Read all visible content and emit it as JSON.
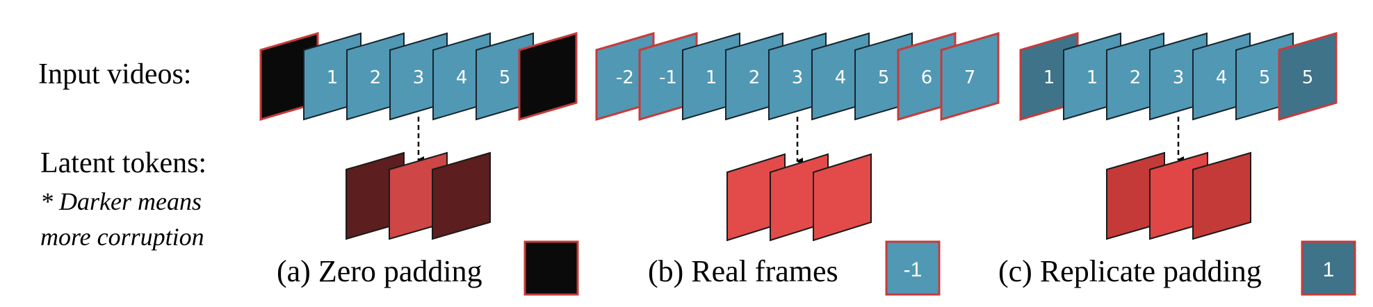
{
  "labels": {
    "input_videos": "Input videos:",
    "latent_tokens": "Latent tokens:",
    "note_line1": "* Darker means",
    "note_line2": "more corruption"
  },
  "colors": {
    "frame_fill": "#5198b4",
    "frame_fill_dark": "#3f7389",
    "frame_stroke": "#16242d",
    "pad_stroke": "#c63b3b",
    "zero_pad_fill": "#0a0a0a",
    "token_light": "#e24b4a",
    "token_mid": "#ce4646",
    "token_replicate": "#c43a38",
    "token_dark": "#5c1e1e"
  },
  "panels": [
    {
      "id": "zero-padding",
      "caption": "(a) Zero padding",
      "swatch": {
        "text": "",
        "fill": "#0a0a0a"
      },
      "frames": [
        {
          "label": "",
          "fill": "#0a0a0a",
          "padded": true
        },
        {
          "label": "1",
          "fill": "#5198b4",
          "padded": false
        },
        {
          "label": "2",
          "fill": "#5198b4",
          "padded": false
        },
        {
          "label": "3",
          "fill": "#5198b4",
          "padded": false
        },
        {
          "label": "4",
          "fill": "#5198b4",
          "padded": false
        },
        {
          "label": "5",
          "fill": "#5198b4",
          "padded": false
        },
        {
          "label": "",
          "fill": "#0a0a0a",
          "padded": true
        }
      ],
      "tokens": [
        "#5c1e1e",
        "#ce4646",
        "#5c1e1e"
      ]
    },
    {
      "id": "real-frames",
      "caption": "(b) Real frames",
      "swatch": {
        "text": "-1",
        "fill": "#5198b4"
      },
      "frames": [
        {
          "label": "-2",
          "fill": "#5198b4",
          "padded": true
        },
        {
          "label": "-1",
          "fill": "#5198b4",
          "padded": true
        },
        {
          "label": "1",
          "fill": "#5198b4",
          "padded": false
        },
        {
          "label": "2",
          "fill": "#5198b4",
          "padded": false
        },
        {
          "label": "3",
          "fill": "#5198b4",
          "padded": false
        },
        {
          "label": "4",
          "fill": "#5198b4",
          "padded": false
        },
        {
          "label": "5",
          "fill": "#5198b4",
          "padded": false
        },
        {
          "label": "6",
          "fill": "#5198b4",
          "padded": true
        },
        {
          "label": "7",
          "fill": "#5198b4",
          "padded": true
        }
      ],
      "tokens": [
        "#e24b4a",
        "#e24b4a",
        "#e24b4a"
      ]
    },
    {
      "id": "replicate-padding",
      "caption": "(c) Replicate padding",
      "swatch": {
        "text": "1",
        "fill": "#3f7389"
      },
      "frames": [
        {
          "label": "1",
          "fill": "#3f7389",
          "padded": true
        },
        {
          "label": "1",
          "fill": "#5198b4",
          "padded": false
        },
        {
          "label": "2",
          "fill": "#5198b4",
          "padded": false
        },
        {
          "label": "3",
          "fill": "#5198b4",
          "padded": false
        },
        {
          "label": "4",
          "fill": "#5198b4",
          "padded": false
        },
        {
          "label": "5",
          "fill": "#5198b4",
          "padded": false
        },
        {
          "label": "5",
          "fill": "#3f7389",
          "padded": true
        }
      ],
      "tokens": [
        "#c43a38",
        "#e04645",
        "#c43a38"
      ]
    }
  ]
}
